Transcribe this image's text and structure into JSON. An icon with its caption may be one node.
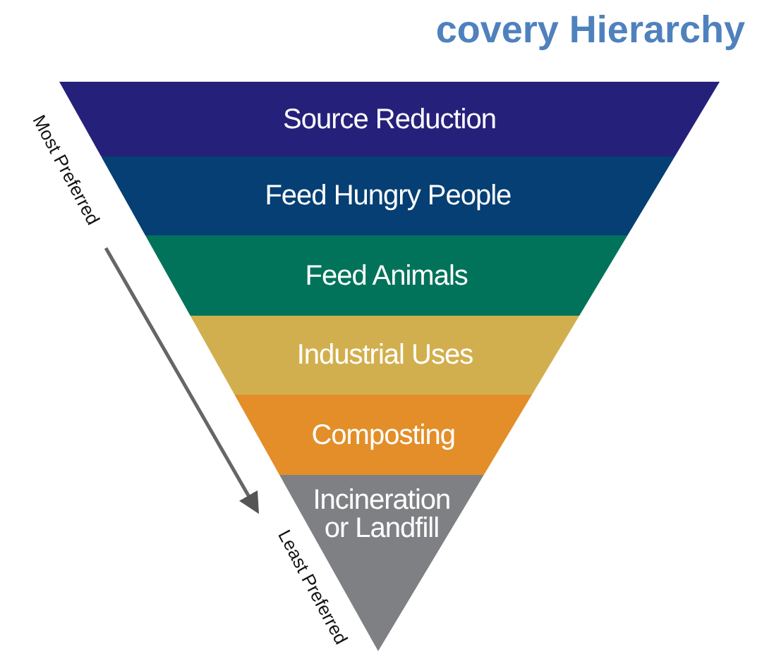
{
  "diagram": {
    "title": "covery Hierarchy",
    "nodes": [
      {
        "text": [
          "Source Reduction"
        ]
      },
      {
        "text": [
          "Feed Hungry People"
        ]
      },
      {
        "text": [
          "Feed Animals"
        ]
      },
      {
        "text": [
          "Industrial Uses"
        ]
      },
      {
        "text": [
          "Composting"
        ]
      },
      {
        "text": [
          "Incineration or Landfill"
        ]
      }
    ],
    "edges": [],
    "labels": [
      "Most Preferred",
      "Least Preferred"
    ]
  }
}
